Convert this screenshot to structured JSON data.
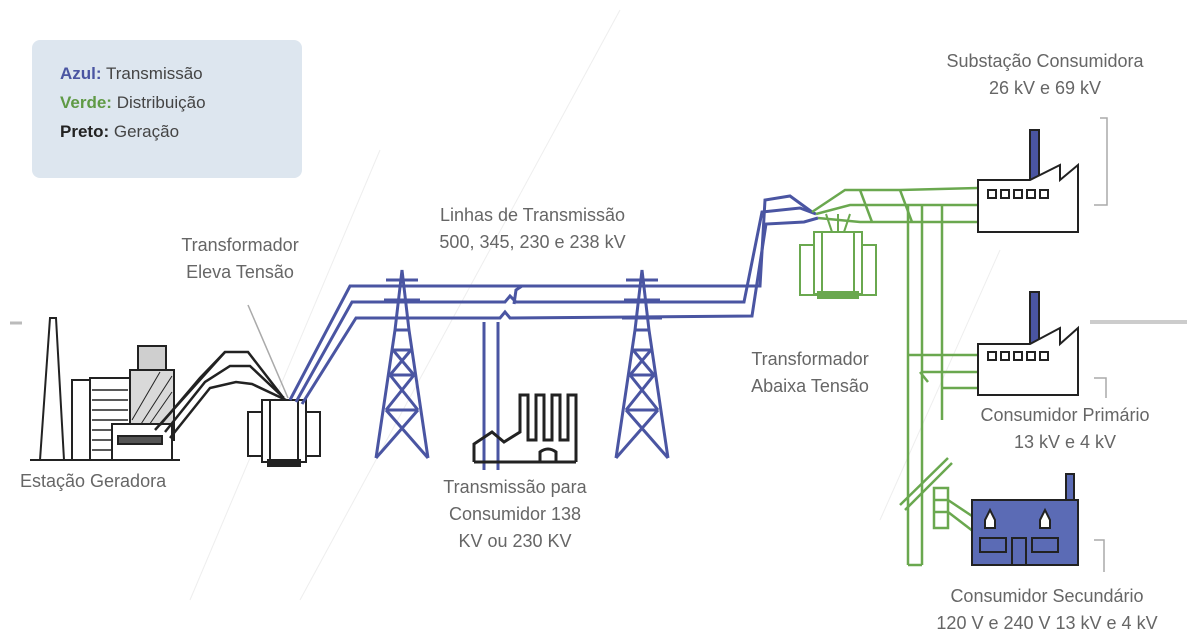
{
  "legend": {
    "blue_key": "Azul:",
    "blue_text": " Transmissão",
    "green_key": "Verde:",
    "green_text": " Distribuição",
    "black_key": "Preto:",
    "black_text": " Geração"
  },
  "labels": {
    "generating_station": "Estação Geradora",
    "step_up_line1": "Transformador",
    "step_up_line2": "Eleva Tensão",
    "transmission_lines_line1": "Linhas de Transmissão",
    "transmission_lines_line2": "500, 345, 230 e 238 kV",
    "transmission_customer_line1": "Transmissão para",
    "transmission_customer_line2": "Consumidor 138",
    "transmission_customer_line3": "KV ou 230 KV",
    "step_down_line1": "Transformador",
    "step_down_line2": "Abaixa Tensão",
    "substation_line1": "Substação Consumidora",
    "substation_line2": "26 kV e 69 kV",
    "primary_line1": "Consumidor Primário",
    "primary_line2": "13 kV e 4 kV",
    "secondary_line1": "Consumidor Secundário",
    "secondary_line2": "120 V e 240 V 13 kV e 4 kV"
  },
  "colors": {
    "transmission": "#4a55a2",
    "distribution": "#6aa84f",
    "generation": "#222222",
    "legend_bg": "#dde6ef",
    "blue_key": "#4a55a2",
    "green_key": "#5f9a45",
    "house_fill": "#5b6bb5"
  }
}
